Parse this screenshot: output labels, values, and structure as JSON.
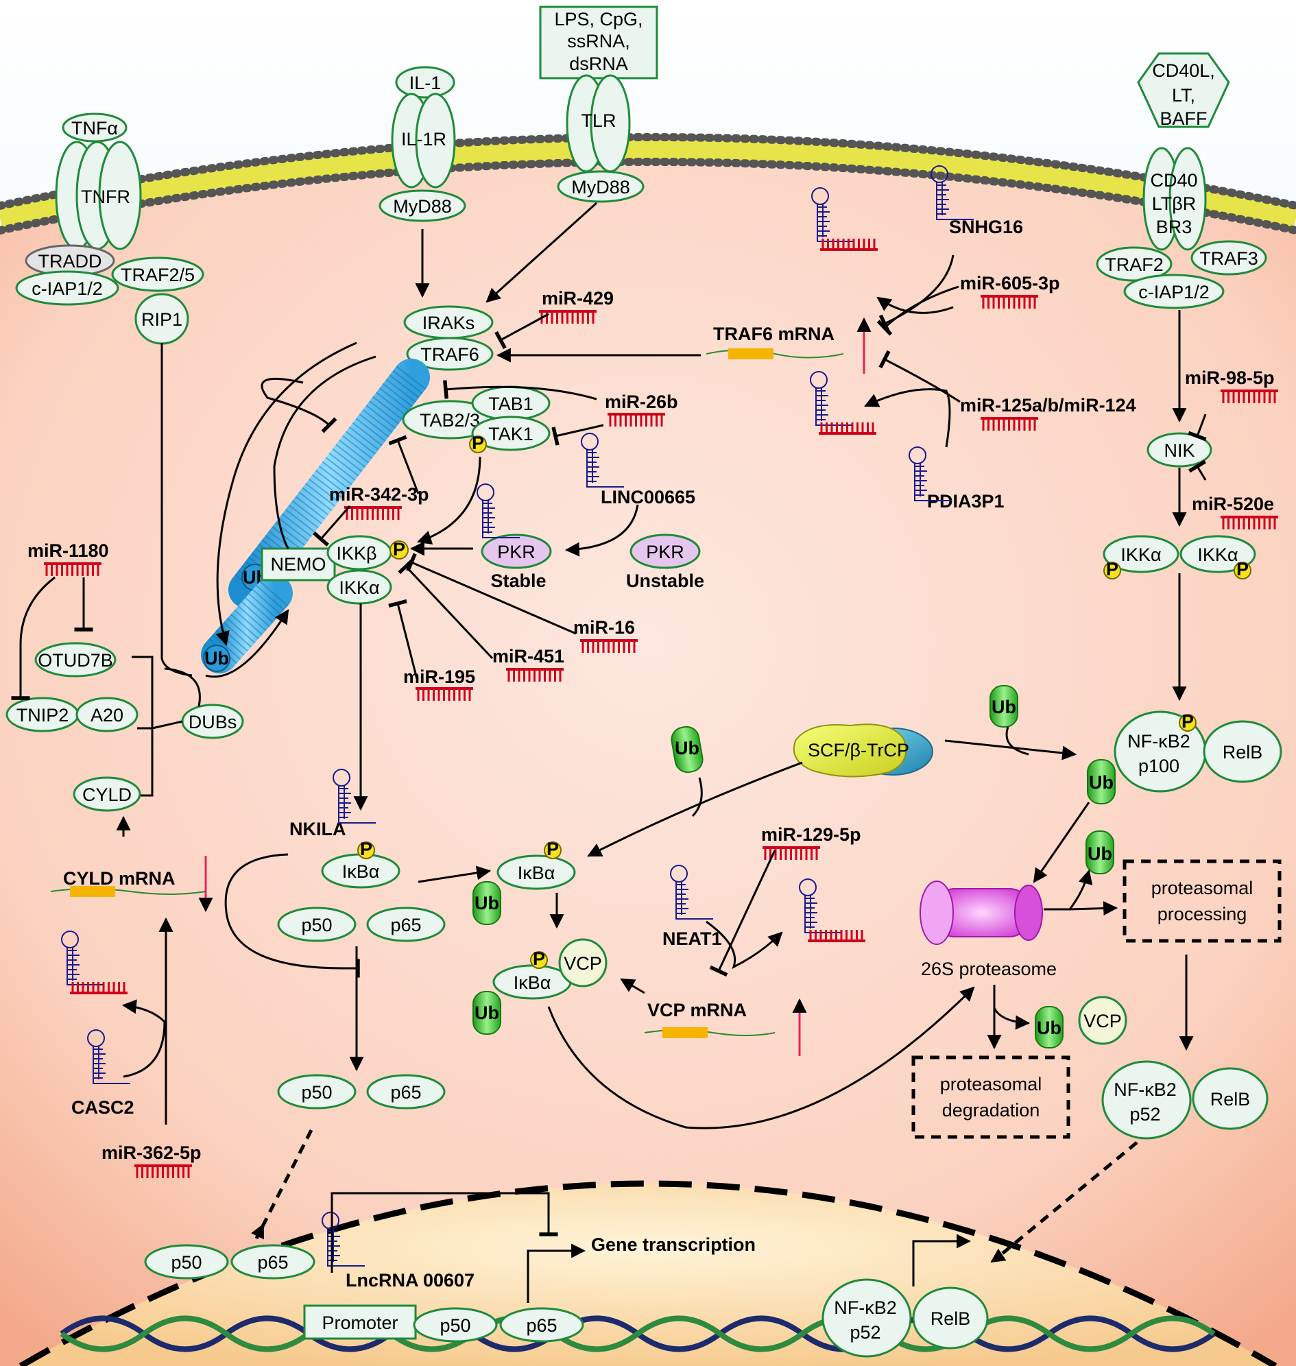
{
  "membrane_receptors": {
    "tnf": {
      "ligand": "TNFα",
      "receptor": "TNFR",
      "adaptor1": "TRADD",
      "adaptor2": "TRAF2/5",
      "adaptor3": "c-IAP1/2",
      "kinase": "RIP1"
    },
    "il1": {
      "ligand": "IL-1",
      "receptor": "IL-1R",
      "adaptor": "MyD88"
    },
    "tlr": {
      "ligands": [
        "LPS, CpG,",
        "ssRNA,",
        "dsRNA"
      ],
      "receptor": "TLR",
      "adaptor": "MyD88"
    },
    "cd40": {
      "ligands": [
        "CD40L,",
        "LT,",
        "BAFF"
      ],
      "receptors": [
        "CD40",
        "LTβR",
        "BR3"
      ],
      "adaptor1": "TRAF2",
      "adaptor2": "TRAF3",
      "adaptor3": "c-IAP1/2"
    }
  },
  "canonical": {
    "irak": "IRAKs",
    "traf6": "TRAF6",
    "tab1": "TAB1",
    "tab23": "TAB2/3",
    "tak1": "TAK1",
    "nemo": "NEMO",
    "ikkb": "IKKβ",
    "ikka": "IKKα",
    "ub": "Ub",
    "p": "P",
    "ikba": "IκBα",
    "p50": "p50",
    "p65": "p65",
    "vcp": "VCP",
    "dubs": "DUBs",
    "otud7b": "OTUD7B",
    "tnip2": "TNIP2",
    "a20": "A20",
    "cyld": "CYLD"
  },
  "noncanonical": {
    "nik": "NIK",
    "ikka": "IKKα",
    "nfkb2": "NF-κB2",
    "p100": "p100",
    "p52": "p52",
    "relb": "RelB",
    "scf": "SCF/β-TrCP"
  },
  "proteasome": {
    "name": "26S proteasome",
    "processing": [
      "proteasomal",
      "processing"
    ],
    "degradation": [
      "proteasomal",
      "degradation"
    ]
  },
  "rnas": {
    "mir429": "miR-429",
    "mir26b": "miR-26b",
    "mir342": "miR-342-3p",
    "mir1180": "miR-1180",
    "mir195": "miR-195",
    "mir451": "miR-451",
    "mir16": "miR-16",
    "mir605": "miR-605-3p",
    "mir125": "miR-125a/b/miR-124",
    "mir98": "miR-98-5p",
    "mir520e": "miR-520e",
    "mir129": "miR-129-5p",
    "mir362": "miR-362-5p",
    "snhg16": "SNHG16",
    "pdia3p1": "PDIA3P1",
    "linc00665": "LINC00665",
    "nkila": "NKILA",
    "neat1": "NEAT1",
    "casc2": "CASC2",
    "lnc00607": "LncRNA 00607",
    "traf6_mrna": "TRAF6 mRNA",
    "cyld_mrna": "CYLD mRNA",
    "vcp_mrna": "VCP mRNA"
  },
  "pkr": {
    "name": "PKR",
    "stable": "Stable",
    "unstable": "Unstable"
  },
  "nucleus": {
    "promoter": "Promoter",
    "gene_transcription": "Gene transcription"
  },
  "colors": {
    "protein_fill": "#e9f5ee",
    "protein_stroke": "#1f8a3a",
    "mirna": "#d0021b",
    "ub_blue": "#45b8e8",
    "ub_green": "#3ec62e",
    "phospho": "#f5e21c",
    "pkr": "#e6c6ee",
    "lncrna": "#1a1a8c",
    "mrna_box": "#f5b400",
    "up_down_arrow": "#e8245a"
  }
}
